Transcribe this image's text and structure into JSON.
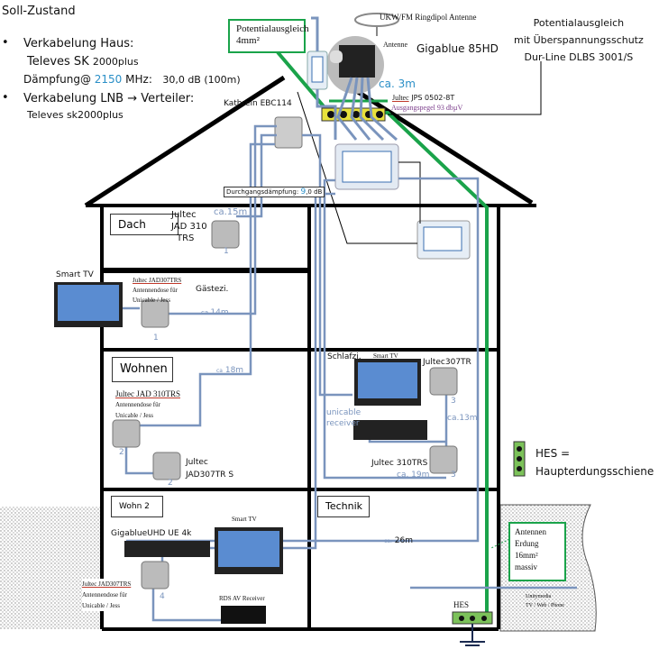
{
  "header": {
    "title": "Soll-Zustand",
    "bullets": [
      {
        "label": "Verkabelung Haus:",
        "lines": [
          {
            "text_a": "Televes SK ",
            "text_b": "2000plus"
          },
          {
            "prefix": "Dämpfung@ ",
            "freq": "2150",
            "mid": " MHz:",
            "value": "30,0 dB (100m)"
          }
        ]
      },
      {
        "label": "Verkabelung LNB → Verteiler:",
        "lines": [
          {
            "text": "Televes sk2000plus"
          }
        ]
      }
    ]
  },
  "roof": {
    "potential_box": {
      "line1": "Potentialausgleich",
      "line2": "4mm²"
    },
    "ukw_label": "UKW/FM Ringdipol Antenne",
    "antenne_label": "Antenne",
    "gigablue_label": "Gigablue 85HD",
    "surge_note": {
      "line1": "Potentialausgleich",
      "line2": "mit Überspannungsschutz",
      "line3": "Dur-Line DLBS 3001/S"
    },
    "cable_lnb": "ca. 3m",
    "multiswitch": {
      "brand": "Jultec",
      "model": " JPS 0502-8T",
      "output_level": "Ausgangspegel 93 dbµV"
    },
    "splitter": "Kathrein EBC114",
    "attenuation": {
      "label": "Durchgangsdämpfung:",
      "value_major": "9",
      "value_minor": ",0 dB"
    }
  },
  "rooms": {
    "dach": {
      "name": "Dach",
      "device": [
        "Jultec",
        "JAD 310",
        "TRS"
      ],
      "cable": "ca.15m",
      "port": "1"
    },
    "gaeste": {
      "name": "Gästezi.",
      "tv": "Smart TV",
      "device": [
        "Jultec JAD307TRS",
        "Antennendose für",
        "Unicable / Jess"
      ],
      "cable_prefix": "ca.",
      "cable": "14m",
      "port": "1"
    },
    "wohnen": {
      "name": "Wohnen",
      "cable_prefix": "ca",
      "cable": "18m",
      "device1": [
        "Jultec JAD 310TRS",
        "Antennendose für",
        "Unicable / Jess"
      ],
      "device2": [
        "Jultec",
        "JAD307TR S"
      ],
      "port1": "2",
      "port2": "2"
    },
    "schlafzi": {
      "name": "Schlafzi.",
      "tv": "Smart TV",
      "device1": "Jultec307TR",
      "device2": "Jultec 310TRS",
      "receiver_note": [
        "unicable",
        "receiver"
      ],
      "cable1": "ca.13m",
      "cable2": "ca. 19m",
      "port1": "3",
      "port2": "3"
    },
    "wohn2": {
      "name": "Wohn 2",
      "receiver": "GigablueUHD UE 4k",
      "tv": "Smart TV",
      "av": "RDS AV Receiver",
      "device": [
        "Jultec JAD307TRS",
        "Antennendose für",
        "Unicable / Jess"
      ],
      "port": "4"
    },
    "technik": {
      "name": "Technik",
      "cable_prefix": "ca.",
      "cable": "26m",
      "hes": "HES"
    }
  },
  "legend": {
    "hes_line1": "HES =",
    "hes_line2": "Haupterdungsschiene"
  },
  "grounding": {
    "line1": "Antennen",
    "line2": "Erdung",
    "line3": "16mm²",
    "line4": "massiv"
  },
  "provider": {
    "line1": "Unitymedia",
    "line2": "TV / Web / Phone"
  },
  "colors": {
    "cable": "#7a94bd",
    "ground": "#1aa34a",
    "wall": "#000000",
    "hes_fill": "#7cc25a",
    "label_blue": "#2a8fc7"
  }
}
